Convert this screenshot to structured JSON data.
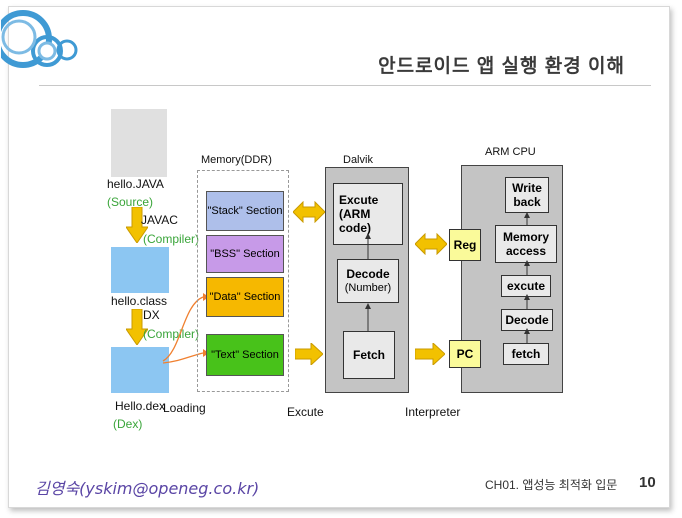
{
  "header": {
    "title": "안드로이드 앱 실행 환경 이해"
  },
  "left": {
    "source_file": "hello.JAVA",
    "source_tag": "(Source)",
    "javac": "JAVAC",
    "compiler1": "(Compiler)",
    "class_file": "hello.class",
    "dx": "DX",
    "compiler2": "(Compiler)",
    "dex_file": "Hello.dex",
    "loading": "Loading",
    "dex_tag": "(Dex)"
  },
  "memory": {
    "title": "Memory(DDR)",
    "stack": "\"Stack\" Section",
    "bss": "\"BSS\" Section",
    "data": "\"Data\" Section",
    "text": "\"Text\" Section"
  },
  "dalvik": {
    "title": "Dalvik",
    "excute": "Excute\n(ARM\ncode)",
    "decode": "Decode",
    "decode_sub": "(Number)",
    "fetch": "Fetch"
  },
  "cpu": {
    "title": "ARM CPU",
    "reg": "Reg",
    "pc": "PC",
    "writeback": "Write\nback",
    "memaccess": "Memory\naccess",
    "excute": "excute",
    "decode": "Decode",
    "fetch": "fetch"
  },
  "labels": {
    "excute": "Excute",
    "interpreter": "Interpreter"
  },
  "footer": {
    "author": "김영숙(yskim@openeg.co.kr)",
    "chapter": "CH01. 앱성능 최적화 입문",
    "page": "10"
  },
  "colors": {
    "stack": "#aebfea",
    "bss": "#c79ae8",
    "data": "#f6b800",
    "text": "#48c21a",
    "reg": "#fafa9a",
    "file_blue": "#8cc6f2",
    "arrow": "#f2c100",
    "logo": "#3f9ad4"
  }
}
